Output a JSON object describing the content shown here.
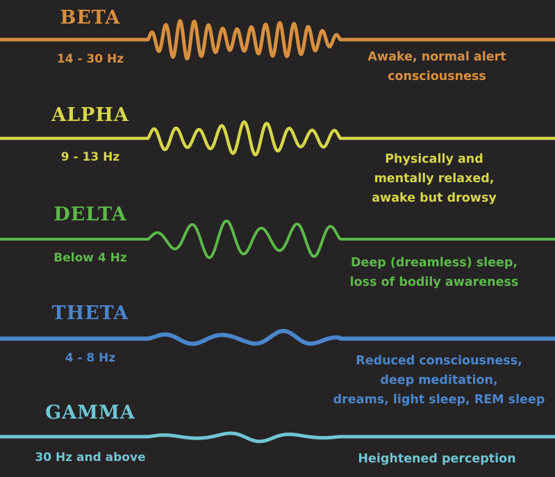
{
  "waves": [
    {
      "name": "BETA",
      "range": "14 - 30 Hz",
      "description": [
        "Awake, normal alert",
        "consciousness"
      ],
      "color": "#d8903f"
    },
    {
      "name": "ALPHA",
      "range": "9 - 13 Hz",
      "description": [
        "Physically and",
        "mentally relaxed,",
        "awake but drowsy"
      ],
      "color": "#d6d64a"
    },
    {
      "name": "DELTA",
      "range": "Below 4 Hz",
      "description": [
        "Deep (dreamless) sleep,",
        "loss of bodily awareness"
      ],
      "color": "#5cb94a"
    },
    {
      "name": "THETA",
      "range": "4 - 8 Hz",
      "description": [
        "Reduced consciousness,",
        "deep meditation,",
        "dreams, light sleep, REM sleep"
      ],
      "color": "#4a86cc"
    },
    {
      "name": "GAMMA",
      "range": "30 Hz and above",
      "description": [
        "Heightened perception"
      ],
      "color": "#6fc6d2"
    }
  ]
}
